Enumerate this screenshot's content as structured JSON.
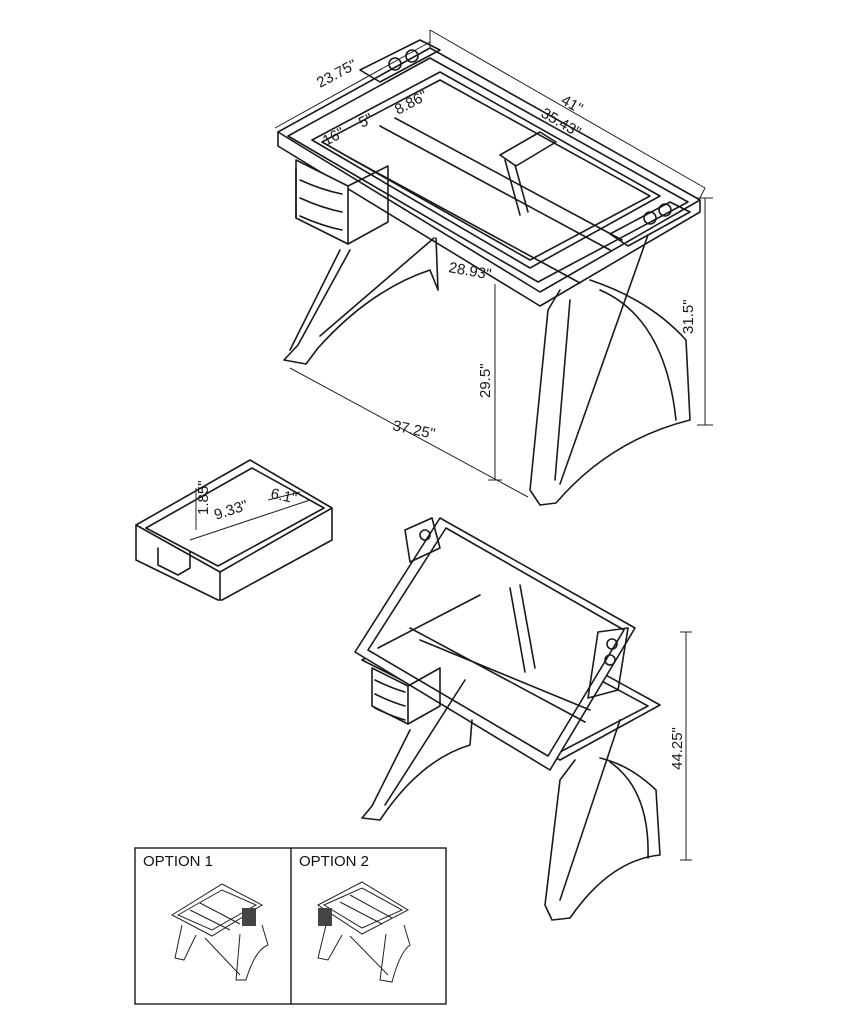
{
  "dimensions": {
    "top_depth": "23.75\"",
    "top_width": "41\"",
    "glass_width": "35.43\"",
    "tray_depth": "8.86\"",
    "tray_small": "5\"",
    "tray_left": "16\"",
    "glass_depth": "28.93\"",
    "seat_height": "29.5\"",
    "total_height": "31.5\"",
    "base_width": "37.25\"",
    "drawer_height": "1.85\"",
    "drawer_width": "9.33\"",
    "drawer_depth": "6.1\"",
    "tilted_height": "44.25\""
  },
  "options": {
    "option1": "OPTION 1",
    "option2": "OPTION 2"
  },
  "colors": {
    "line": "#1a1a1a",
    "background": "#ffffff"
  }
}
